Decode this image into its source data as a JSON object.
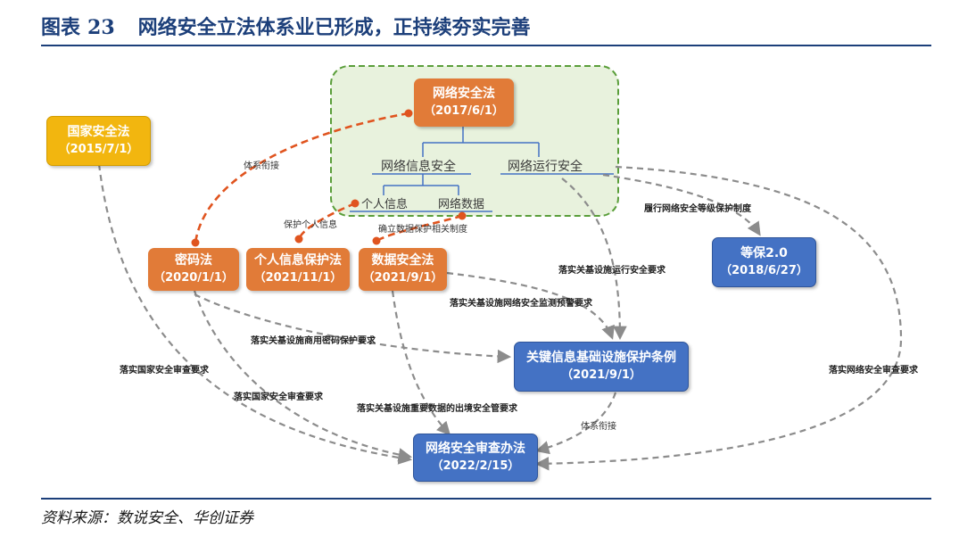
{
  "header": {
    "title_prefix": "图表",
    "title_number": "23",
    "title_text": "网络安全立法体系业已形成，正持续夯实完善"
  },
  "footer": {
    "source": "资料来源：数说安全、华创证券"
  },
  "nodes": {
    "cybersecurity_law": {
      "name": "网络安全法",
      "date": "（2017/6/1）"
    },
    "national_security_law": {
      "name": "国家安全法",
      "date": "（2015/7/1）"
    },
    "cryptography_law": {
      "name": "密码法",
      "date": "（2020/1/1）"
    },
    "pipl": {
      "name": "个人信息保护法",
      "date": "（2021/11/1）"
    },
    "data_security_law": {
      "name": "数据安全法",
      "date": "（2021/9/1）"
    },
    "mlps": {
      "name": "等保2.0",
      "date": "（2018/6/27）"
    },
    "cii_regulation": {
      "name": "关键信息基础设施保护条例",
      "date": "（2021/9/1）"
    },
    "review_measures": {
      "name": "网络安全审查办法",
      "date": "（2022/2/15）"
    }
  },
  "tree": {
    "info_security": "网络信息安全",
    "ops_security": "网络运行安全",
    "personal_info": "个人信息",
    "network_data": "网络数据"
  },
  "edge_labels": {
    "system_link_1": "体系衔接",
    "protect_personal_info": "保护个人信息",
    "data_protection_system": "确立数据保护相关制度",
    "mlps_obligation": "履行网络安全等级保护制度",
    "cii_ops_requirement": "落实关基设施运行安全要求",
    "cii_monitoring": "落实关基设施网络安全监测预警要求",
    "commercial_crypto": "落实关基设施商用密码保护要求",
    "national_review_left": "落实国家安全审查要求",
    "national_review_inner": "落实国家安全审查要求",
    "important_data_export": "落实关基设施重要数据的出境安全管要求",
    "network_review_right": "落实网络安全审查要求",
    "system_link_2": "体系衔接"
  }
}
